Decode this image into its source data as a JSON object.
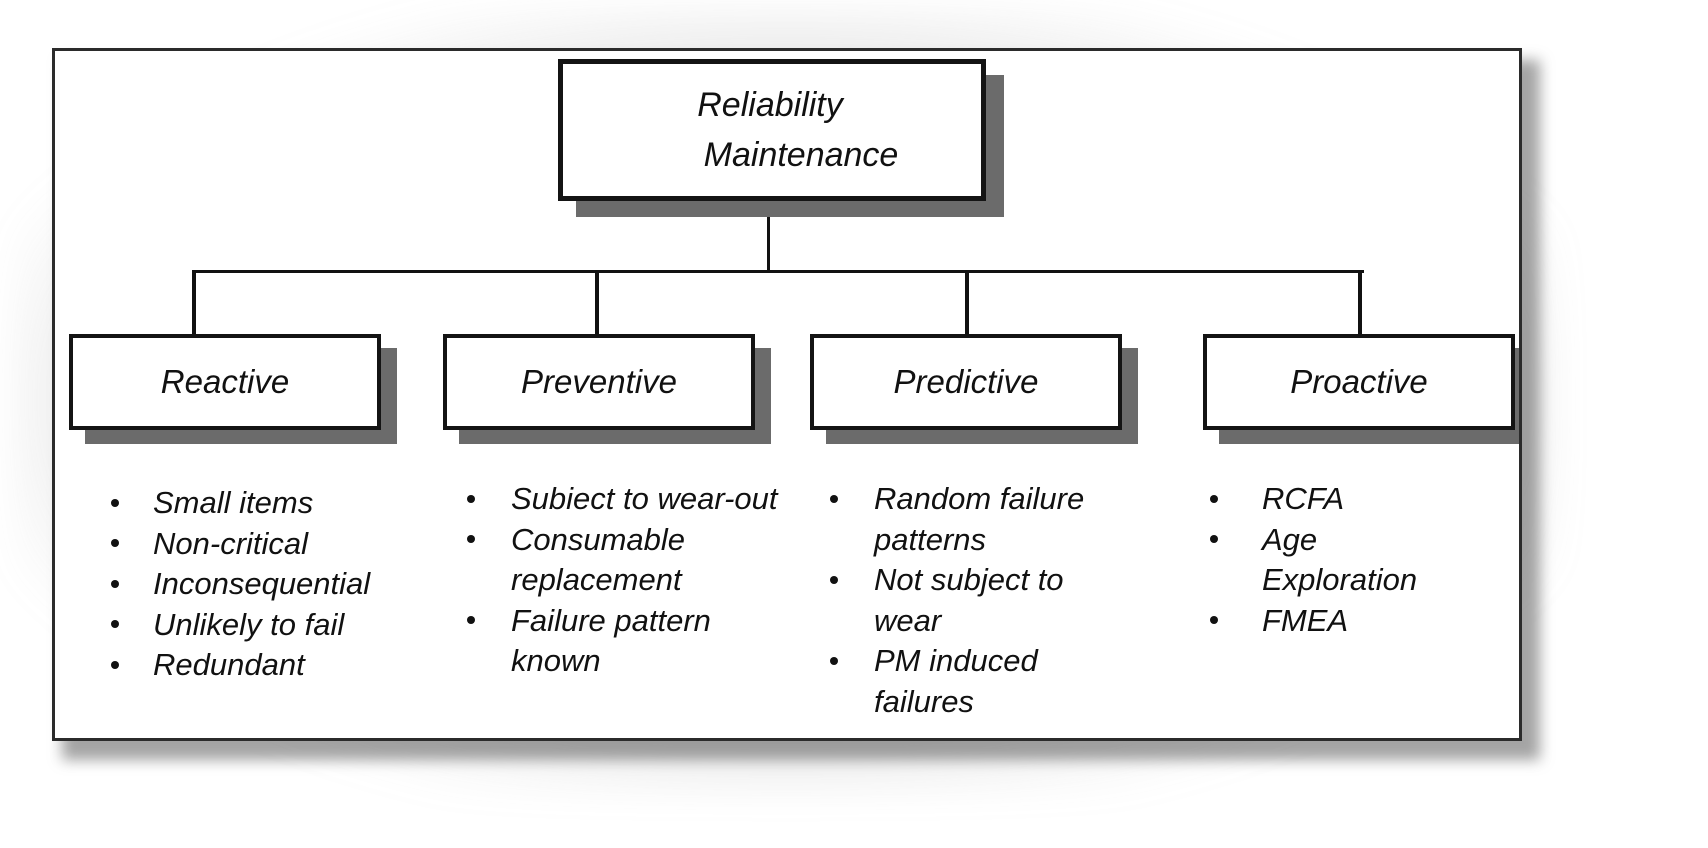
{
  "diagram": {
    "title": "Reliability Maintenance",
    "root": {
      "line1": "Reliability",
      "line2": "Maintenance"
    },
    "branches": [
      {
        "label": "Reactive",
        "items": [
          "Small items",
          "Non-critical",
          "Inconsequential",
          "Unlikely to fail",
          "Redundant"
        ]
      },
      {
        "label": "Preventive",
        "items": [
          "Subiect to wear-out",
          "Consumable replacement",
          "Failure pattern known"
        ]
      },
      {
        "label": "Predictive",
        "items": [
          "Random failure patterns",
          "Not subject to wear",
          "PM induced failures"
        ]
      },
      {
        "label": "Proactive",
        "items": [
          "RCFA",
          "Age Exploration",
          "FMEA"
        ]
      }
    ],
    "colors": {
      "line": "#111111",
      "box_border": "#141414",
      "box_fill": "#ffffff",
      "box_shadow": "#6b6b6b",
      "frame_border": "#2b2b2b",
      "page_background": "#ffffff",
      "text": "#111111"
    }
  }
}
